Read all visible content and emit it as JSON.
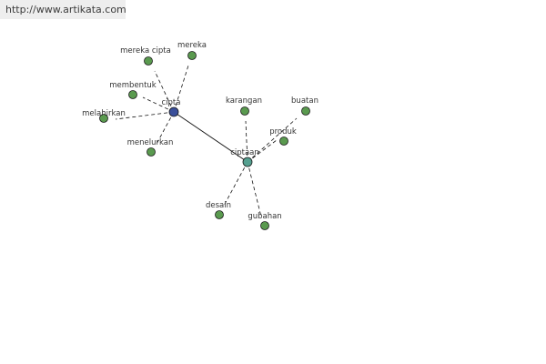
{
  "header": {
    "url": "http://www.artikata.com"
  },
  "colors": {
    "hub_primary": "#3a4f9a",
    "hub_secondary": "#55a090",
    "leaf": "#5a9a4f",
    "node_stroke": "#1a1a1a",
    "edge": "#111111"
  },
  "graph": {
    "nodes": [
      {
        "id": "cipta",
        "label": "cipta",
        "kind": "hub_primary"
      },
      {
        "id": "ciptaan",
        "label": "ciptaan",
        "kind": "hub_secondary"
      },
      {
        "id": "mereka_cipta",
        "label": "mereka cipta",
        "kind": "leaf"
      },
      {
        "id": "mereka",
        "label": "mereka",
        "kind": "leaf"
      },
      {
        "id": "membentuk",
        "label": "membentuk",
        "kind": "leaf"
      },
      {
        "id": "melahirkan",
        "label": "melahirkan",
        "kind": "leaf"
      },
      {
        "id": "menelurkan",
        "label": "menelurkan",
        "kind": "leaf"
      },
      {
        "id": "karangan",
        "label": "karangan",
        "kind": "leaf"
      },
      {
        "id": "buatan",
        "label": "buatan",
        "kind": "leaf"
      },
      {
        "id": "produk",
        "label": "produk",
        "kind": "leaf"
      },
      {
        "id": "desain",
        "label": "desain",
        "kind": "leaf"
      },
      {
        "id": "gubahan",
        "label": "gubahan",
        "kind": "leaf"
      }
    ],
    "edges": [
      {
        "from": "cipta",
        "to": "ciptaan",
        "style": "solid"
      },
      {
        "from": "cipta",
        "to": "mereka_cipta",
        "style": "dashed"
      },
      {
        "from": "cipta",
        "to": "mereka",
        "style": "dashed"
      },
      {
        "from": "cipta",
        "to": "membentuk",
        "style": "dashed"
      },
      {
        "from": "cipta",
        "to": "melahirkan",
        "style": "dashed"
      },
      {
        "from": "cipta",
        "to": "menelurkan",
        "style": "dashed"
      },
      {
        "from": "ciptaan",
        "to": "karangan",
        "style": "dashed"
      },
      {
        "from": "ciptaan",
        "to": "buatan",
        "style": "dashed"
      },
      {
        "from": "ciptaan",
        "to": "produk",
        "style": "dashed"
      },
      {
        "from": "ciptaan",
        "to": "desain",
        "style": "dashed"
      },
      {
        "from": "ciptaan",
        "to": "gubahan",
        "style": "dashed"
      }
    ]
  }
}
